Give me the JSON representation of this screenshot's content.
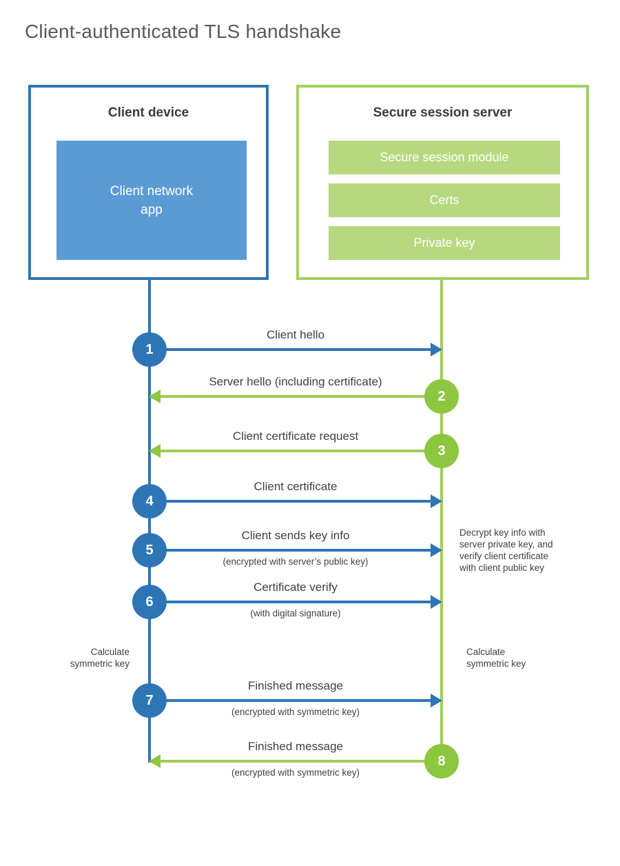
{
  "page": {
    "title": "Client-authenticated TLS handshake"
  },
  "client": {
    "title": "Client device",
    "app_label": "Client network\napp"
  },
  "server": {
    "title": "Secure session server",
    "modules": [
      "Secure session module",
      "Certs",
      "Private key"
    ]
  },
  "messages": [
    {
      "num": "1",
      "from": "client",
      "label": "Client hello",
      "sublabel": ""
    },
    {
      "num": "2",
      "from": "server",
      "label": "Server hello (including certificate)",
      "sublabel": ""
    },
    {
      "num": "3",
      "from": "server",
      "label": "Client certificate request",
      "sublabel": ""
    },
    {
      "num": "4",
      "from": "client",
      "label": "Client certificate",
      "sublabel": ""
    },
    {
      "num": "5",
      "from": "client",
      "label": "Client sends key info",
      "sublabel": "(encrypted with server’s public key)"
    },
    {
      "num": "6",
      "from": "client",
      "label": "Certificate verify",
      "sublabel": "(with digital signature)"
    },
    {
      "num": "7",
      "from": "client",
      "label": "Finished message",
      "sublabel": "(encrypted with symmetric key)"
    },
    {
      "num": "8",
      "from": "server",
      "label": "Finished message",
      "sublabel": "(encrypted with symmetric key)"
    }
  ],
  "notes": {
    "decrypt": "Decrypt key info with\nserver private key, and\nverify client certificate\nwith client public key",
    "calc_left": "Calculate\nsymmetric key",
    "calc_right": "Calculate\nsymmetric key"
  },
  "colors": {
    "blue": "#2e75b6",
    "blue_light": "#5b9bd5",
    "green": "#8dc63f",
    "green_mid": "#9ecd55",
    "green_light": "#b6d97f"
  }
}
